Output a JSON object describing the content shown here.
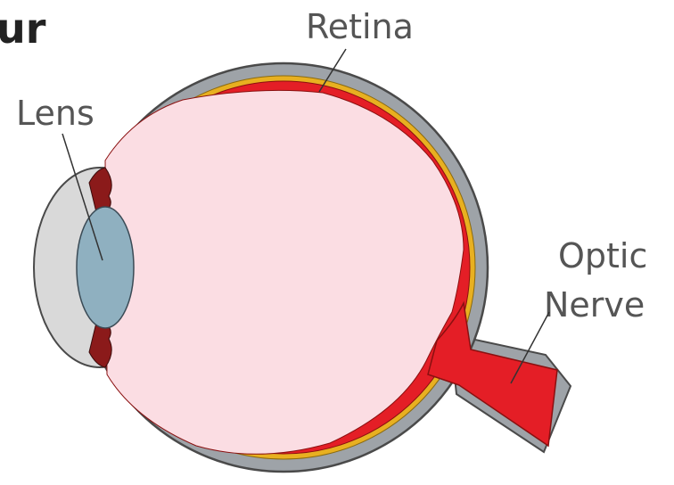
{
  "title_fragment": "ur",
  "labels": {
    "retina": "Retina",
    "lens": "Lens",
    "optic_nerve_line1": "Optic",
    "optic_nerve_line2": "Nerve"
  },
  "colors": {
    "sclera": "#9ea3a8",
    "sclera_edge": "#4a4a4a",
    "choroid": "#e8b020",
    "retina": "#e41e26",
    "vitreous": "#fbdde3",
    "lens": "#8fb0c0",
    "cornea": "#d9d9d9",
    "iris": "#8b1a1a"
  }
}
